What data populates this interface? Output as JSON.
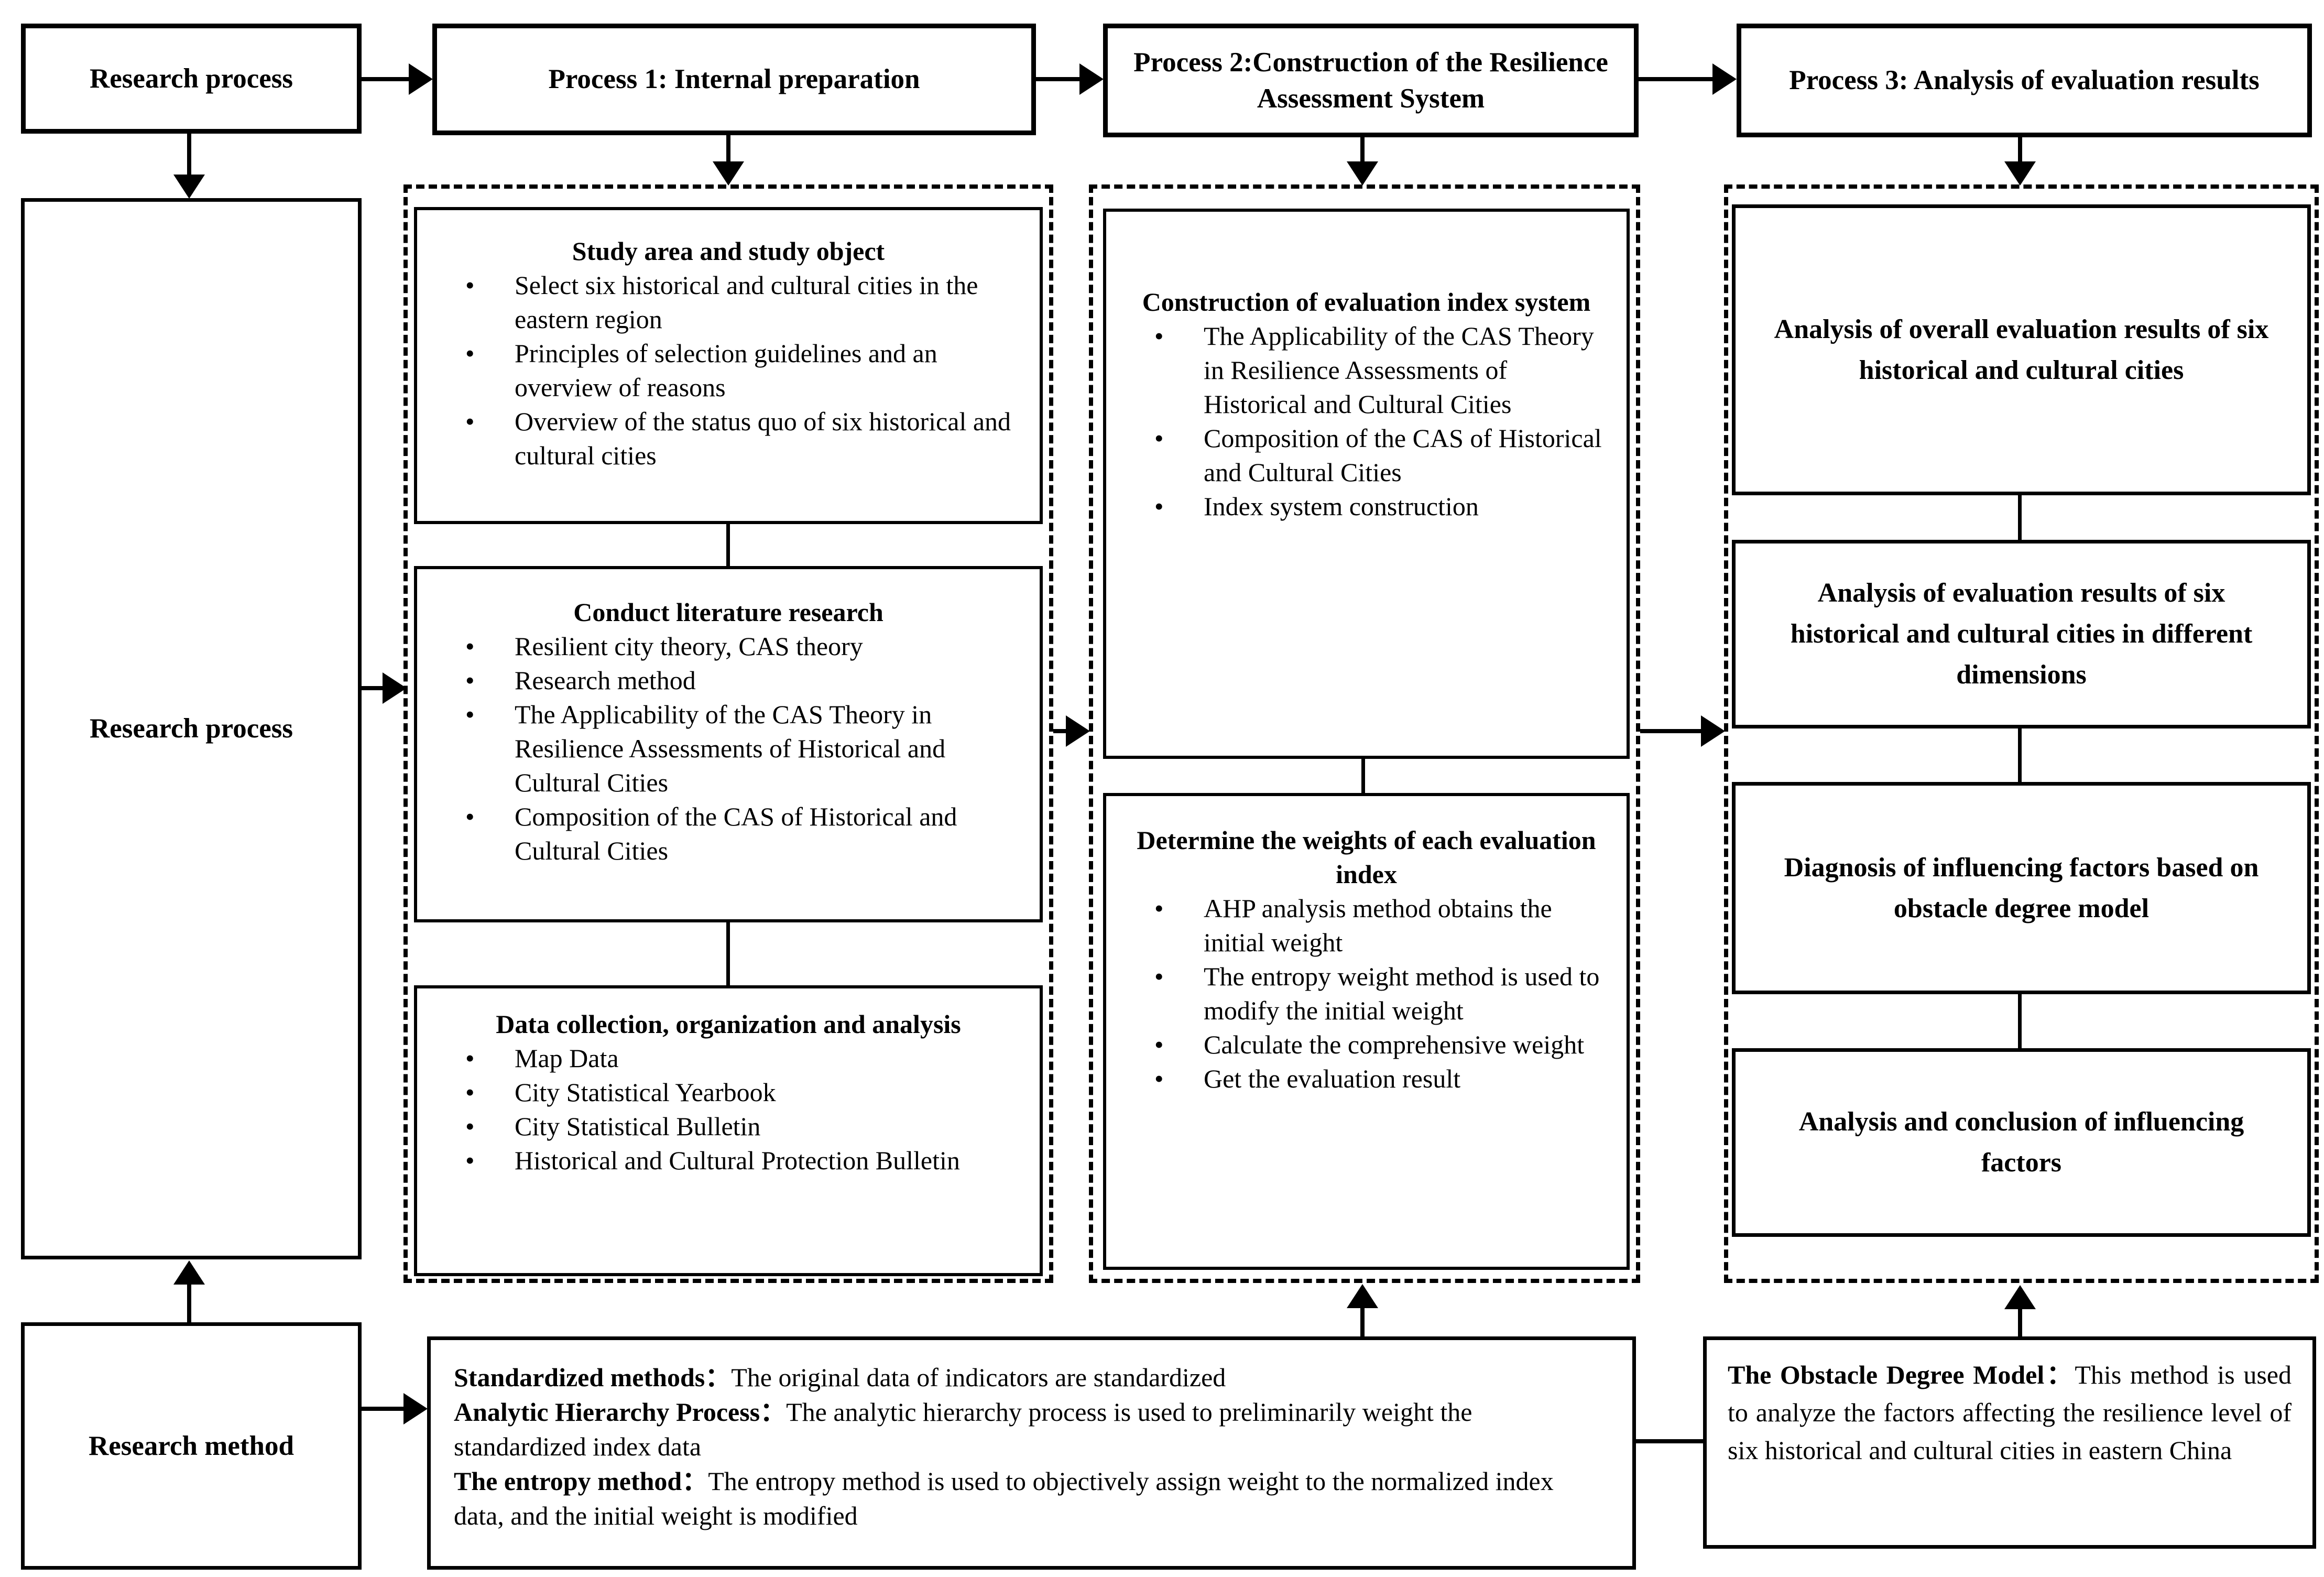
{
  "headers": {
    "research_process": "Research process",
    "process1": "Process 1: Internal preparation",
    "process2": "Process 2:Construction of the Resilience Assessment System",
    "process3": "Process 3: Analysis of evaluation results"
  },
  "left_column": {
    "research_process": "Research process",
    "research_method": "Research method"
  },
  "process1": {
    "boxes": [
      {
        "title": "Study area and study object",
        "bullets": [
          "Select six historical and cultural cities in the eastern region",
          "Principles of selection guidelines and an overview of reasons",
          "Overview of the status quo of six historical and cultural cities"
        ]
      },
      {
        "title": "Conduct literature research",
        "bullets": [
          "Resilient city theory, CAS theory",
          "Research method",
          "The Applicability of the CAS Theory in Resilience Assessments of Historical and Cultural Cities",
          "Composition of the CAS of Historical and Cultural Cities"
        ]
      },
      {
        "title": "Data collection, organization and analysis",
        "bullets": [
          "Map Data",
          "City Statistical Yearbook",
          "City Statistical Bulletin",
          "Historical and Cultural Protection Bulletin"
        ]
      }
    ]
  },
  "process2": {
    "boxes": [
      {
        "title": "Construction of evaluation index system",
        "bullets": [
          "The Applicability of the CAS Theory in Resilience Assessments of Historical and Cultural Cities",
          "Composition of the CAS of Historical and Cultural Cities",
          "Index system construction"
        ]
      },
      {
        "title": "Determine the weights of each evaluation index",
        "bullets": [
          "AHP analysis method obtains the initial weight",
          "The entropy weight method is used to modify the initial weight",
          "Calculate the comprehensive weight",
          "Get the evaluation result"
        ]
      }
    ]
  },
  "process3": {
    "boxes": [
      "Analysis of overall evaluation results of six historical and cultural cities",
      "Analysis of evaluation results of six historical and cultural cities in different dimensions",
      "Diagnosis of influencing factors based on obstacle degree model",
      "Analysis and conclusion of influencing factors"
    ]
  },
  "methods_box": {
    "items": [
      {
        "label": "Standardized methods：",
        "text": "The original data of indicators are standardized"
      },
      {
        "label": "Analytic Hierarchy Process：",
        "text": "The analytic hierarchy process is used to preliminarily weight the standardized index data"
      },
      {
        "label": "The entropy method：",
        "text": "The entropy method is used to objectively assign weight to the normalized index data, and the initial weight is modified"
      }
    ]
  },
  "obstacle_box": {
    "label": "The Obstacle Degree Model：",
    "text": "This method is used to analyze the factors affecting the resilience level of six historical and cultural cities in eastern China"
  }
}
